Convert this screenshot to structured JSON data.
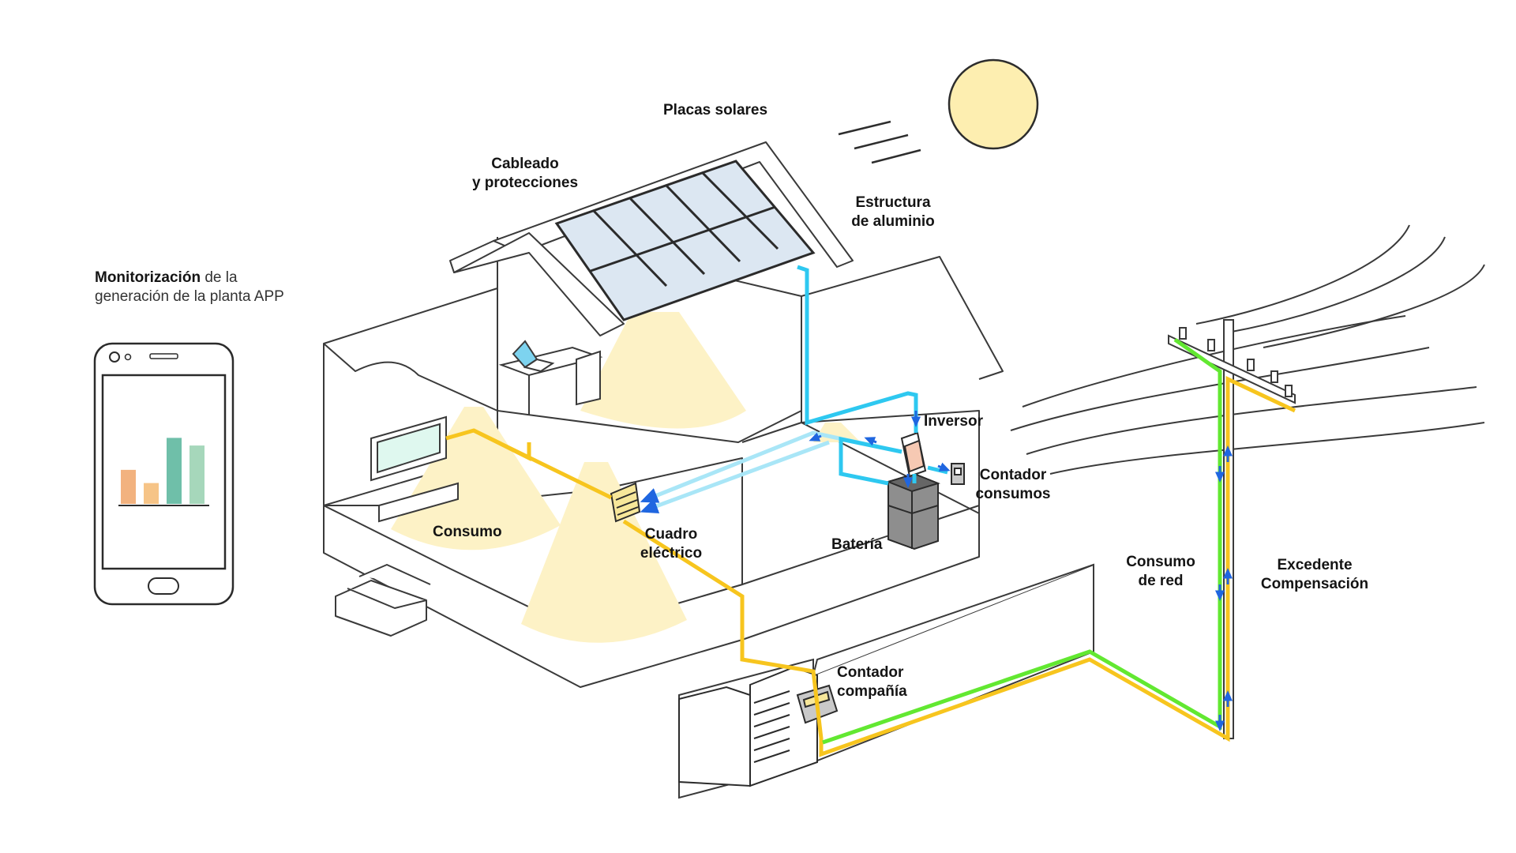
{
  "colors": {
    "ac_line": "#2ec8f0",
    "ac_line_faded": "#a9e6f7",
    "consumption_line": "#f7c51e",
    "grid_line": "#62e831",
    "flow_arrow": "#1f66e0",
    "sun_fill": "#fdeeb0",
    "light_cone": "#fdf2c6",
    "solar_panel": "#dce7f2",
    "battery": "#8e8e8e",
    "chart_orange": "#f2b27f",
    "chart_peach": "#f6c487",
    "chart_teal": "#6fbfa9",
    "chart_mint": "#a6d7bb",
    "outline": "#3a3a3a"
  },
  "labels": {
    "placas_solares": "Placas solares",
    "cableado_line1": "Cableado",
    "cableado_line2": "y protecciones",
    "estructura_line1": "Estructura",
    "estructura_line2": "de aluminio",
    "monitorizacion_bold": "Monitorización",
    "monitorizacion_rest": " de la",
    "monitorizacion_line2": "generación de la planta APP",
    "inversor": "Inversor",
    "contador_consumos_line1": "Contador",
    "contador_consumos_line2": "consumos",
    "bateria": "Batería",
    "cuadro_line1": "Cuadro",
    "cuadro_line2": "eléctrico",
    "consumo": "Consumo",
    "consumo_red_line1": "Consumo",
    "consumo_red_line2": "de red",
    "excedente_line1": "Excedente",
    "excedente_line2": "Compensación",
    "contador_compania_line1": "Contador",
    "contador_compania_line2": "compañía"
  },
  "app_chart": {
    "type": "bar",
    "values": [
      0.49,
      0.3,
      0.95,
      0.84
    ],
    "bar_colors": [
      "chart_orange",
      "chart_peach",
      "chart_teal",
      "chart_mint"
    ]
  }
}
